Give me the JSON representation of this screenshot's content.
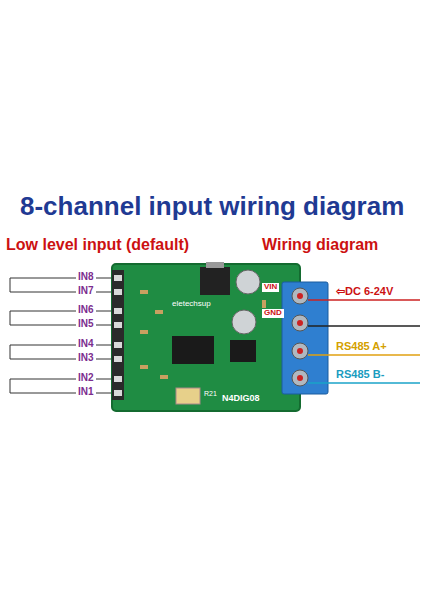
{
  "diagram": {
    "title": "8-channel input wiring diagram",
    "labels": [
      "Low level input (default)",
      "Wiring diagram",
      "IN8",
      "IN7",
      "IN6",
      "IN5",
      "IN4",
      "IN3",
      "IN2",
      "IN1",
      "VIN",
      "GND",
      "⇦DC 6-24V",
      "RS485 A+",
      "RS485 B-",
      "eletechsup",
      "N4DIG08",
      "R21"
    ]
  }
}
